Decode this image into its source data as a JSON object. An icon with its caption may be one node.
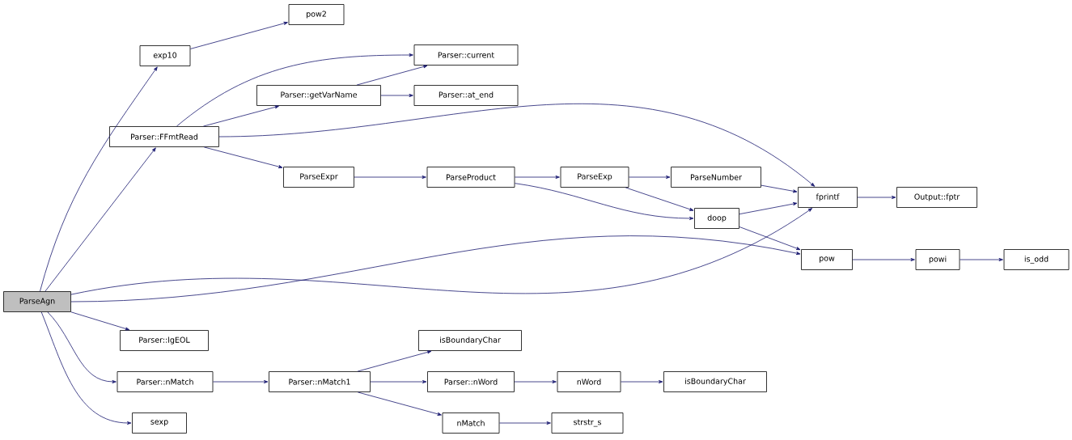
{
  "diagram": {
    "nodes": [
      {
        "text": [
          "ParseAgn"
        ]
      },
      {
        "text": [
          "exp10"
        ]
      },
      {
        "text": [
          "pow2"
        ]
      },
      {
        "text": [
          "Parser::FFmtRead"
        ]
      },
      {
        "text": [
          "Parser::current"
        ]
      },
      {
        "text": [
          "Parser::getVarName"
        ]
      },
      {
        "text": [
          "Parser::at_end"
        ]
      },
      {
        "text": [
          "ParseExpr"
        ]
      },
      {
        "text": [
          "ParseProduct"
        ]
      },
      {
        "text": [
          "ParseExp"
        ]
      },
      {
        "text": [
          "ParseNumber"
        ]
      },
      {
        "text": [
          "doop"
        ]
      },
      {
        "text": [
          "fprintf"
        ]
      },
      {
        "text": [
          "Output::fptr"
        ]
      },
      {
        "text": [
          "pow"
        ]
      },
      {
        "text": [
          "powi"
        ]
      },
      {
        "text": [
          "is_odd"
        ]
      },
      {
        "text": [
          "Parser::lgEOL"
        ]
      },
      {
        "text": [
          "Parser::nMatch"
        ]
      },
      {
        "text": [
          "Parser::nMatch1"
        ]
      },
      {
        "text": [
          "isBoundaryChar"
        ]
      },
      {
        "text": [
          "Parser::nWord"
        ]
      },
      {
        "text": [
          "nWord"
        ]
      },
      {
        "text": [
          "isBoundaryChar"
        ]
      },
      {
        "text": [
          "nMatch"
        ]
      },
      {
        "text": [
          "strstr_s"
        ]
      },
      {
        "text": [
          "sexp"
        ]
      }
    ],
    "edges": [
      {
        "from": 0,
        "to": 1,
        "arrow": "to"
      },
      {
        "from": 1,
        "to": 2,
        "arrow": "to"
      },
      {
        "from": 0,
        "to": 3,
        "arrow": "to"
      },
      {
        "from": 3,
        "to": 4,
        "arrow": "to"
      },
      {
        "from": 3,
        "to": 5,
        "arrow": "to"
      },
      {
        "from": 5,
        "to": 4,
        "arrow": "to"
      },
      {
        "from": 5,
        "to": 6,
        "arrow": "to"
      },
      {
        "from": 3,
        "to": 12,
        "arrow": "to"
      },
      {
        "from": 3,
        "to": 7,
        "arrow": "to"
      },
      {
        "from": 7,
        "to": 8,
        "arrow": "to"
      },
      {
        "from": 8,
        "to": 9,
        "arrow": "to"
      },
      {
        "from": 9,
        "to": 10,
        "arrow": "to"
      },
      {
        "from": 9,
        "to": 11,
        "arrow": "to"
      },
      {
        "from": 8,
        "to": 11,
        "arrow": "to"
      },
      {
        "from": 10,
        "to": 12,
        "arrow": "to"
      },
      {
        "from": 11,
        "to": 12,
        "arrow": "to"
      },
      {
        "from": 11,
        "to": 14,
        "arrow": "to"
      },
      {
        "from": 12,
        "to": 13,
        "arrow": "to"
      },
      {
        "from": 0,
        "to": 12,
        "arrow": "to"
      },
      {
        "from": 0,
        "to": 14,
        "arrow": "to"
      },
      {
        "from": 14,
        "to": 15,
        "arrow": "to"
      },
      {
        "from": 15,
        "to": 16,
        "arrow": "to"
      },
      {
        "from": 0,
        "to": 17,
        "arrow": "to"
      },
      {
        "from": 0,
        "to": 18,
        "arrow": "to"
      },
      {
        "from": 0,
        "to": 26,
        "arrow": "to"
      },
      {
        "from": 18,
        "to": 19,
        "arrow": "to"
      },
      {
        "from": 19,
        "to": 20,
        "arrow": "to"
      },
      {
        "from": 19,
        "to": 21,
        "arrow": "to"
      },
      {
        "from": 19,
        "to": 24,
        "arrow": "to"
      },
      {
        "from": 21,
        "to": 22,
        "arrow": "to"
      },
      {
        "from": 22,
        "to": 23,
        "arrow": "to"
      },
      {
        "from": 24,
        "to": 25,
        "arrow": "to"
      }
    ]
  }
}
